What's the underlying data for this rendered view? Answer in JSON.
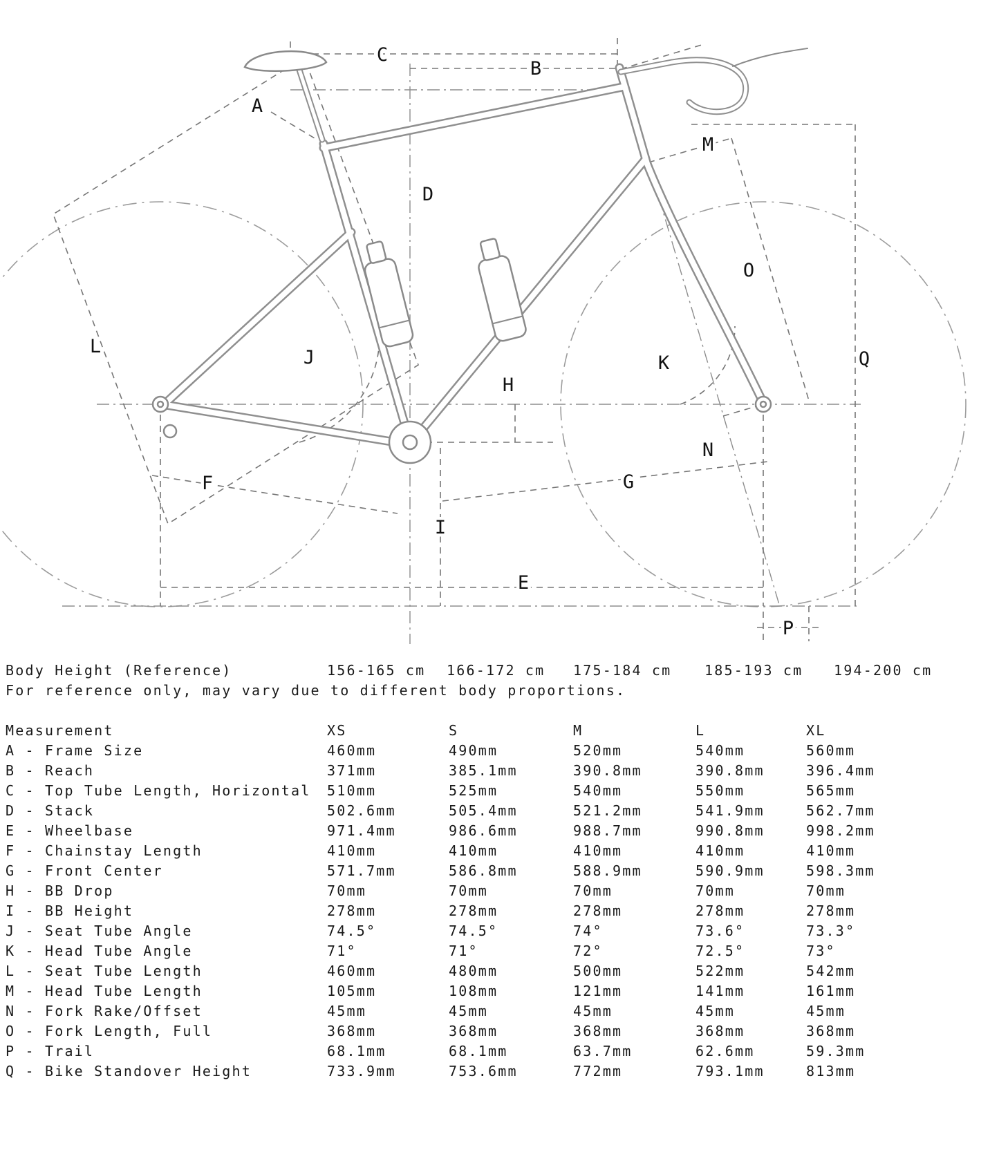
{
  "diagram": {
    "labels": {
      "A": "A",
      "B": "B",
      "C": "C",
      "D": "D",
      "E": "E",
      "F": "F",
      "G": "G",
      "H": "H",
      "I": "I",
      "J": "J",
      "K": "K",
      "L": "L",
      "M": "M",
      "N": "N",
      "O": "O",
      "P": "P",
      "Q": "Q"
    }
  },
  "body_height": {
    "label": "Body Height (Reference)",
    "ranges": [
      "156-165 cm",
      "166-172 cm",
      "175-184 cm",
      "185-193 cm",
      "194-200 cm"
    ],
    "note": "For reference only, may vary due to different body proportions."
  },
  "geometry_table": {
    "headers": [
      "Measurement",
      "XS",
      "S",
      "M",
      "L",
      "XL"
    ],
    "rows": [
      {
        "label": "A - Frame Size",
        "values": [
          "460mm",
          "490mm",
          "520mm",
          "540mm",
          "560mm"
        ]
      },
      {
        "label": "B - Reach",
        "values": [
          "371mm",
          "385.1mm",
          "390.8mm",
          "390.8mm",
          "396.4mm"
        ]
      },
      {
        "label": "C - Top Tube Length, Horizontal",
        "values": [
          "510mm",
          "525mm",
          "540mm",
          "550mm",
          "565mm"
        ]
      },
      {
        "label": "D - Stack",
        "values": [
          "502.6mm",
          "505.4mm",
          "521.2mm",
          "541.9mm",
          "562.7mm"
        ]
      },
      {
        "label": "E - Wheelbase",
        "values": [
          "971.4mm",
          "986.6mm",
          "988.7mm",
          "990.8mm",
          "998.2mm"
        ]
      },
      {
        "label": "F - Chainstay Length",
        "values": [
          "410mm",
          "410mm",
          "410mm",
          "410mm",
          "410mm"
        ]
      },
      {
        "label": "G - Front Center",
        "values": [
          "571.7mm",
          "586.8mm",
          "588.9mm",
          "590.9mm",
          "598.3mm"
        ]
      },
      {
        "label": "H - BB Drop",
        "values": [
          "70mm",
          "70mm",
          "70mm",
          "70mm",
          "70mm"
        ]
      },
      {
        "label": "I - BB Height",
        "values": [
          "278mm",
          "278mm",
          "278mm",
          "278mm",
          "278mm"
        ]
      },
      {
        "label": "J - Seat Tube Angle",
        "values": [
          "74.5°",
          "74.5°",
          "74°",
          "73.6°",
          "73.3°"
        ]
      },
      {
        "label": "K - Head Tube Angle",
        "values": [
          "71°",
          "71°",
          "72°",
          "72.5°",
          "73°"
        ]
      },
      {
        "label": "L - Seat Tube Length",
        "values": [
          "460mm",
          "480mm",
          "500mm",
          "522mm",
          "542mm"
        ]
      },
      {
        "label": "M - Head Tube Length",
        "values": [
          "105mm",
          "108mm",
          "121mm",
          "141mm",
          "161mm"
        ]
      },
      {
        "label": "N - Fork Rake/Offset",
        "values": [
          "45mm",
          "45mm",
          "45mm",
          "45mm",
          "45mm"
        ]
      },
      {
        "label": "O - Fork Length, Full",
        "values": [
          "368mm",
          "368mm",
          "368mm",
          "368mm",
          "368mm"
        ]
      },
      {
        "label": "P - Trail",
        "values": [
          "68.1mm",
          "68.1mm",
          "63.7mm",
          "62.6mm",
          "59.3mm"
        ]
      },
      {
        "label": "Q - Bike Standover Height",
        "values": [
          "733.9mm",
          "753.6mm",
          "772mm",
          "793.1mm",
          "813mm"
        ]
      }
    ]
  }
}
